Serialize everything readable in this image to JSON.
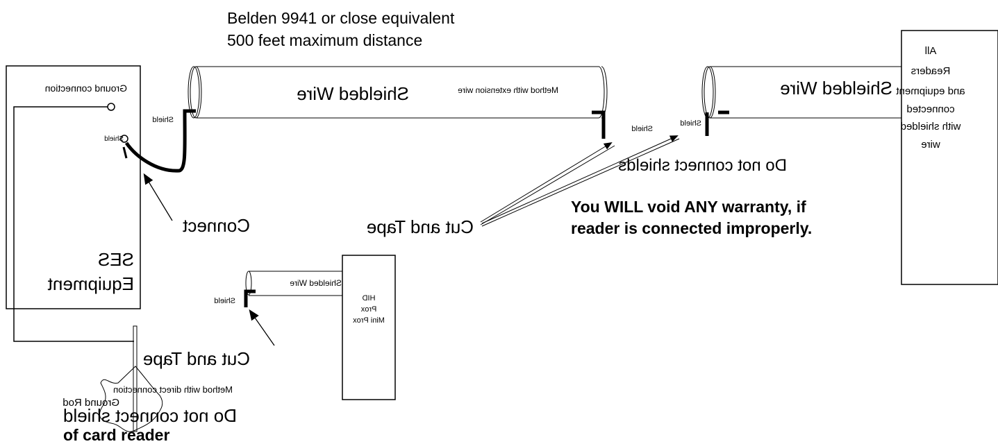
{
  "header": {
    "line1": "Belden 9941 or close equivalent",
    "line2": "500 feet maximum distance"
  },
  "equipment": {
    "ground_connection": "Ground connection",
    "shield": "Shield",
    "name_line1": "SES",
    "name_line2": "Equipment"
  },
  "main_cable": {
    "label": "Shielded Wire",
    "method": "Method with extension wire",
    "shield_left": "Shield",
    "shield_right": "Shield"
  },
  "reader_cable": {
    "label": "Shielded Wire",
    "shield": "Shield",
    "do_not_connect": "Do not connect shields"
  },
  "readers_box": {
    "line1": "All",
    "line2": "Readers",
    "line3": "and equipment",
    "line4": "connected",
    "line5": "with shielded",
    "line6": "wire"
  },
  "annotations": {
    "connect": "Connect",
    "cut_and_tape": "Cut and Tape",
    "warning_line1": "You WILL void ANY warranty, if",
    "warning_line2": "reader is connected improperly."
  },
  "hid": {
    "wire_label": "Shielded Wire",
    "shield": "Shield",
    "box_line1": "HID",
    "box_line2": "Prox",
    "box_line3": "Mini Prox",
    "cut_and_tape": "Cut and Tape",
    "method": "Method with direct connection",
    "do_not_connect": "Do not connect shield"
  },
  "ground": {
    "rod": "Ground Rod",
    "footer": "of card reader"
  }
}
